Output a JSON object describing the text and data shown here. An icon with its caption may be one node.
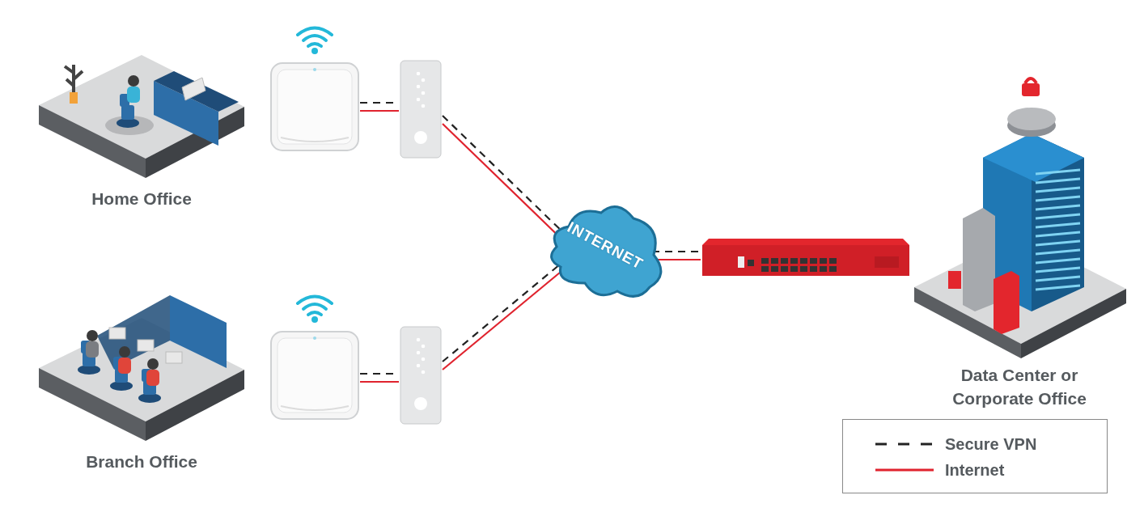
{
  "diagram": {
    "nodes": [
      {
        "text": [
          "Home Office"
        ]
      },
      {
        "text": [],
        "shape": "picture"
      },
      {
        "text": [],
        "shape": "picture"
      },
      {
        "text": [
          "Branch Office"
        ]
      },
      {
        "text": [],
        "shape": "picture"
      },
      {
        "text": [],
        "shape": "picture"
      },
      {
        "text": [
          "INTERNET"
        ]
      },
      {
        "text": [],
        "shape": "picture"
      },
      {
        "text": [
          "Data Center or Corporate Office"
        ]
      }
    ],
    "edges": [
      {
        "from": 1,
        "to": 2,
        "arrow": "none",
        "style": "dashed",
        "color": "#222222"
      },
      {
        "from": 1,
        "to": 2,
        "arrow": "none",
        "color": "#e0232e"
      },
      {
        "from": 2,
        "to": 6,
        "arrow": "none",
        "style": "dashed",
        "color": "#222222"
      },
      {
        "from": 2,
        "to": 6,
        "arrow": "none",
        "color": "#e0232e"
      },
      {
        "from": 4,
        "to": 5,
        "arrow": "none",
        "style": "dashed",
        "color": "#222222"
      },
      {
        "from": 4,
        "to": 5,
        "arrow": "none",
        "color": "#e0232e"
      },
      {
        "from": 5,
        "to": 6,
        "arrow": "none",
        "style": "dashed",
        "color": "#222222"
      },
      {
        "from": 5,
        "to": 6,
        "arrow": "none",
        "color": "#e0232e"
      },
      {
        "from": 6,
        "to": 7,
        "arrow": "none",
        "style": "dashed",
        "color": "#222222"
      },
      {
        "from": 6,
        "to": 7,
        "arrow": "none",
        "color": "#e0232e"
      }
    ],
    "legend": [
      {
        "text": "Secure VPN"
      },
      {
        "text": "Internet"
      }
    ]
  }
}
